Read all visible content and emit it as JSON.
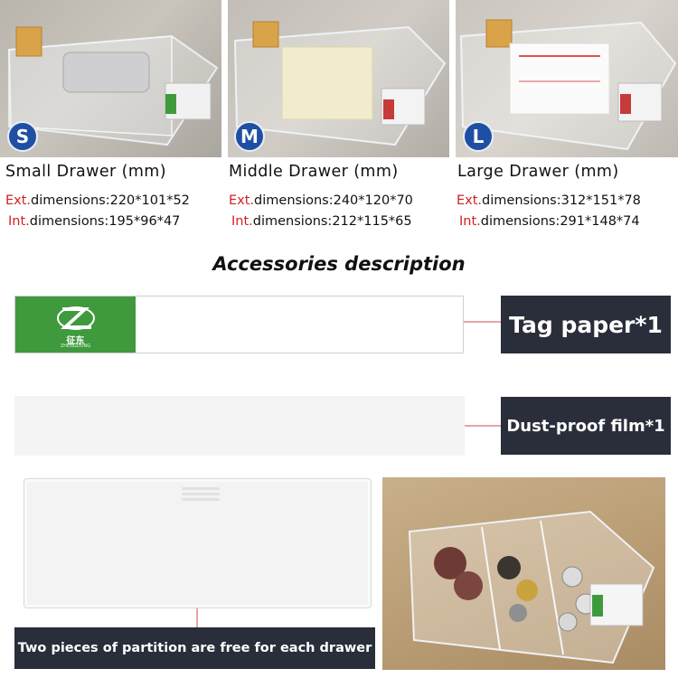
{
  "drawers": [
    {
      "badge": "S",
      "title": "Small Drawer (mm)",
      "ext_label": "Ext.",
      "ext_value": "dimensions:220*101*52",
      "int_label": "Int.",
      "int_value": "dimensions:195*96*47"
    },
    {
      "badge": "M",
      "title": "Middle Drawer (mm)",
      "ext_label": "Ext.",
      "ext_value": "dimensions:240*120*70",
      "int_label": "Int.",
      "int_value": "dimensions:212*115*65"
    },
    {
      "badge": "L",
      "title": "Large Drawer (mm)",
      "ext_label": "Ext.",
      "ext_value": "dimensions:312*151*78",
      "int_label": "Int.",
      "int_value": "dimensions:291*148*74"
    }
  ],
  "accessories": {
    "title": "Accessories description",
    "tag_paper_label": "Tag paper*1",
    "dust_film_label": "Dust-proof film*1",
    "partition_label": "Two pieces of partition are free for each drawer",
    "logo_text": "征东",
    "logo_subtext": "ZHENGDONG"
  },
  "colors": {
    "badge": "#1f4fa3",
    "accent_red": "#d32020",
    "label_bg": "#2a2e3a",
    "tag_green": "#3f9a3d"
  }
}
